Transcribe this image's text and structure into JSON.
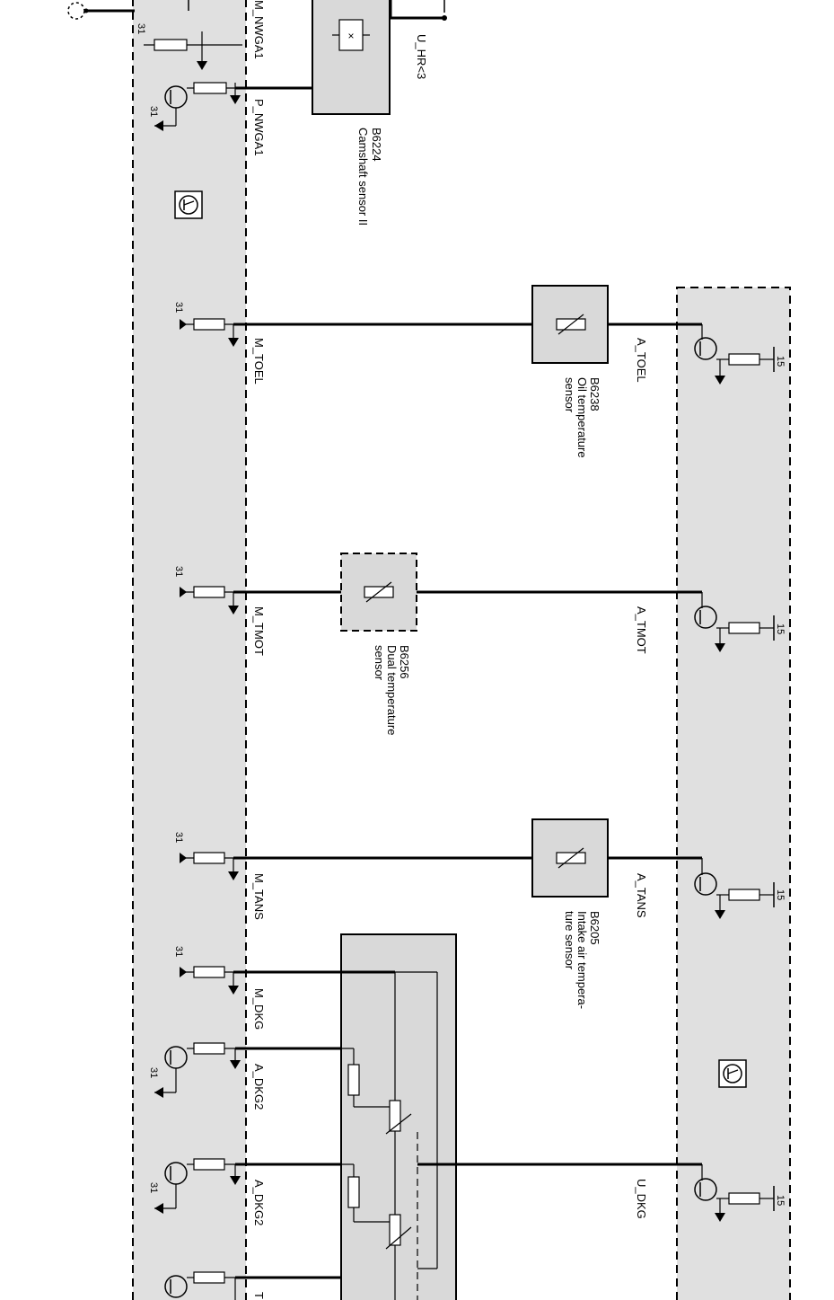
{
  "labels": {
    "n_nwga1": "M_NWGA1",
    "p_nwga1": "P_NWGA1",
    "u_hr": "U_HR<3",
    "m_toel": "M_TOEL",
    "a_toel": "A_TOEL",
    "m_tmot": "M_TMOT",
    "a_tmot": "A_TMOT",
    "m_tans": "M_TANS",
    "a_tans": "A_TANS",
    "m_dkg": "M_DKG",
    "a_dkg2_a": "A_DKG2",
    "a_dkg2_b": "A_DKG2",
    "u_dkg": "U_DKG",
    "t_partial": "T"
  },
  "components": {
    "b6224": {
      "id": "B6224",
      "desc": [
        "Camshaft sensor II"
      ]
    },
    "b6238": {
      "id": "B6238",
      "desc": [
        "Oil temperature",
        "sensor"
      ]
    },
    "b6256": {
      "id": "B6256",
      "desc": [
        "Dual temperature",
        "sensor"
      ]
    },
    "b6205": {
      "id": "B6205",
      "desc": [
        "Intake air tempera-",
        "ture sensor"
      ]
    }
  },
  "terminals": {
    "ground": "31",
    "supply": "15"
  },
  "colors": {
    "module_fill": "#e0e0e0",
    "component_fill": "#d9d9d9",
    "line": "#000000"
  }
}
